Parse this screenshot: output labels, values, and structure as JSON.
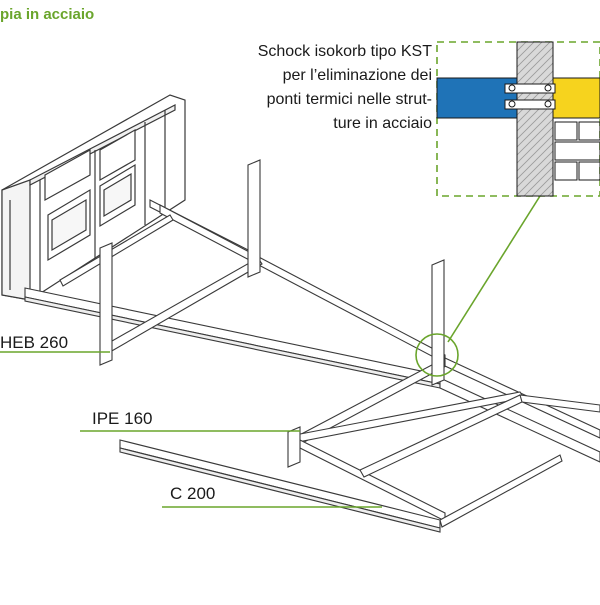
{
  "header": {
    "title": "pia in acciaio"
  },
  "callout": {
    "text": "Schock isokorb tipo KST\nper l’eliminazione dei\nponti termici nelle strut-\nture in acciaio"
  },
  "labels": {
    "heb": "HEB 260",
    "ipe": "IPE 160",
    "c": "C 200"
  },
  "colors": {
    "accent": "#6aa52c",
    "beam_blue": "#1f73b7",
    "beam_yellow": "#f6d31e",
    "insulation": "#d9d9d9",
    "line": "#3a3a3a",
    "fill": "#ffffff"
  }
}
